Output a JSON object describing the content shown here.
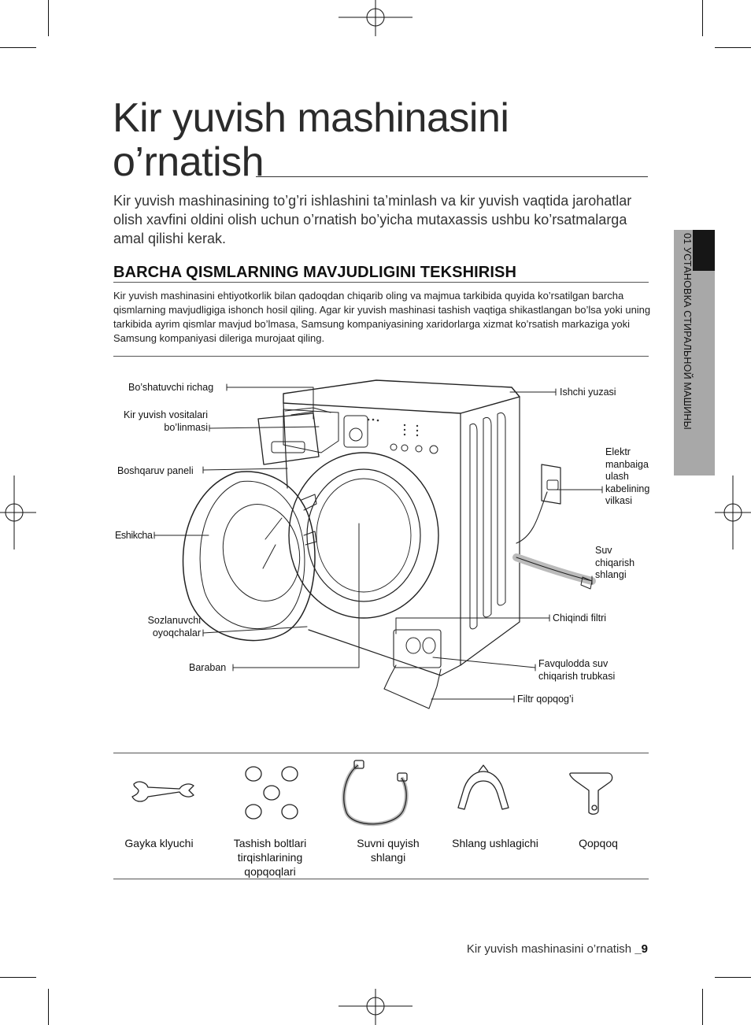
{
  "page": {
    "title_line1": "Kir yuvish mashinasini",
    "title_line2": "o’rnatish",
    "intro": "Kir yuvish mashinasining to’g’ri ishlashini ta’minlash va kir yuvish vaqtida jarohatlar olish xavfini oldini olish uchun o’rnatish bo’yicha mutaxassis ushbu ko’rsatmalarga amal qilishi kerak.",
    "section_heading": "BARCHA QISMLARNING MAVJUDLIGINI TEKSHIRISH",
    "section_body": "Kir yuvish mashinasini ehtiyotkorlik bilan qadoqdan chiqarib oling va majmua tarkibida quyida ko’rsatilgan barcha qismlarning mavjudligiga ishonch hosil qiling. Agar kir yuvish mashinasi tashish vaqtiga shikastlangan bo’lsa yoki uning tarkibida ayrim qismlar mavjud bo’lmasa, Samsung kompaniyasining xaridorlarga xizmat ko’rsatish markaziga yoki Samsung kompaniyasi dileriga murojaat qiling.",
    "side_tab": "01 УСТАНОВКА СТИРАЛЬНОЙ МАШИНЫ",
    "footer_text": "Kir yuvish mashinasini o’rnatish ",
    "footer_page": "_9"
  },
  "diagram": {
    "callouts": {
      "release_lever": "Bo’shatuvchi richag",
      "detergent_drawer_1": "Kir yuvish vositalari",
      "detergent_drawer_2": "bo’linmasi",
      "control_panel": "Boshqaruv paneli",
      "door": "Eshikcha",
      "feet_1": "Sozlanuvchi",
      "feet_2": "oyoqchalar",
      "drum": "Baraban",
      "worktop": "Ishchi yuzasi",
      "plug_1": "Elektr",
      "plug_2": "manbaiga",
      "plug_3": "ulash",
      "plug_4": "kabelining",
      "plug_5": "vilkasi",
      "drain_hose_1": "Suv",
      "drain_hose_2": "chiqarish",
      "drain_hose_3": "shlangi",
      "debris_filter": "Chiqindi filtri",
      "emergency_drain_1": "Favqulodda suv",
      "emergency_drain_2": "chiqarish trubkasi",
      "filter_cover": "Filtr qopqog’i"
    }
  },
  "parts": [
    {
      "label_1": "Gayka klyuchi",
      "label_2": "",
      "label_3": "",
      "icon": "spanner-icon"
    },
    {
      "label_1": "Tashish boltlari",
      "label_2": "tirqishlarining",
      "label_3": "qopqoqlari",
      "icon": "bolt-caps-icon"
    },
    {
      "label_1": "Suvni quyish",
      "label_2": "shlangi",
      "label_3": "",
      "icon": "water-hose-icon"
    },
    {
      "label_1": "Shlang ushlagichi",
      "label_2": "",
      "label_3": "",
      "icon": "hose-guide-icon"
    },
    {
      "label_1": "Qopqoq",
      "label_2": "",
      "label_3": "",
      "icon": "cap-icon"
    }
  ]
}
